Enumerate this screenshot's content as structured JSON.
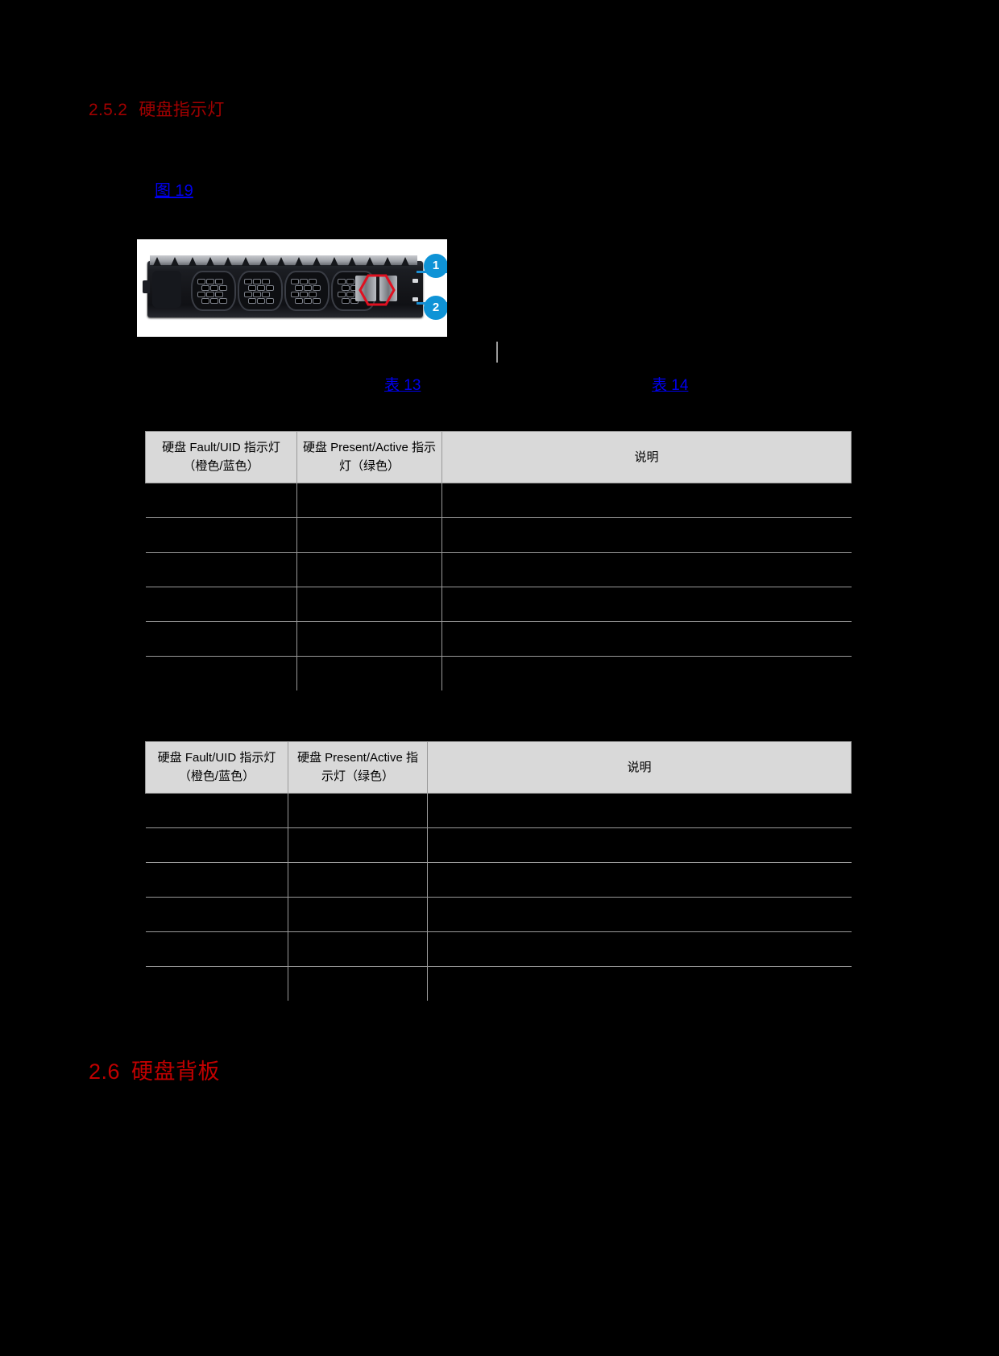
{
  "page": {
    "background_color": "#000000",
    "heading_color": "#c00000",
    "link_color": "#0000ee"
  },
  "headings": {
    "section_252_number": "2.5.2",
    "section_252_title": "硬盘指示灯",
    "section_26_number": "2.6",
    "section_26_title": "硬盘背板"
  },
  "links": {
    "figure_19": "图 19",
    "table_13": "表 13",
    "table_14": "表 14"
  },
  "figure": {
    "name": "hard-drive-tray-photo",
    "callouts": [
      {
        "label": "1"
      },
      {
        "label": "2"
      }
    ]
  },
  "table13": {
    "headers": [
      "硬盘 Fault/UID 指示灯（橙色/蓝色）",
      "硬盘 Present/Active 指示灯（绿色）",
      "说明"
    ],
    "rows": [
      {
        "fault_uid": "",
        "present_active": "",
        "description": ""
      },
      {
        "fault_uid": "",
        "present_active": "",
        "description": ""
      },
      {
        "fault_uid": "",
        "present_active": "",
        "description": ""
      },
      {
        "fault_uid": "",
        "present_active": "",
        "description": ""
      },
      {
        "fault_uid": "",
        "present_active": "",
        "description": ""
      },
      {
        "fault_uid": "",
        "present_active": "",
        "description": ""
      }
    ]
  },
  "table14": {
    "headers": [
      "硬盘 Fault/UID 指示灯（橙色/蓝色）",
      "硬盘 Present/Active 指示灯（绿色）",
      "说明"
    ],
    "header_middle_lines": [
      "硬盘",
      "Present/Active 指示",
      "灯（绿色）"
    ],
    "rows": [
      {
        "fault_uid": "",
        "present_active": "",
        "description": ""
      },
      {
        "fault_uid": "",
        "present_active": "",
        "description": ""
      },
      {
        "fault_uid": "",
        "present_active": "",
        "description": ""
      },
      {
        "fault_uid": "",
        "present_active": "",
        "description": ""
      },
      {
        "fault_uid": "",
        "present_active": "",
        "description": ""
      },
      {
        "fault_uid": "",
        "present_active": "",
        "description": ""
      }
    ]
  }
}
